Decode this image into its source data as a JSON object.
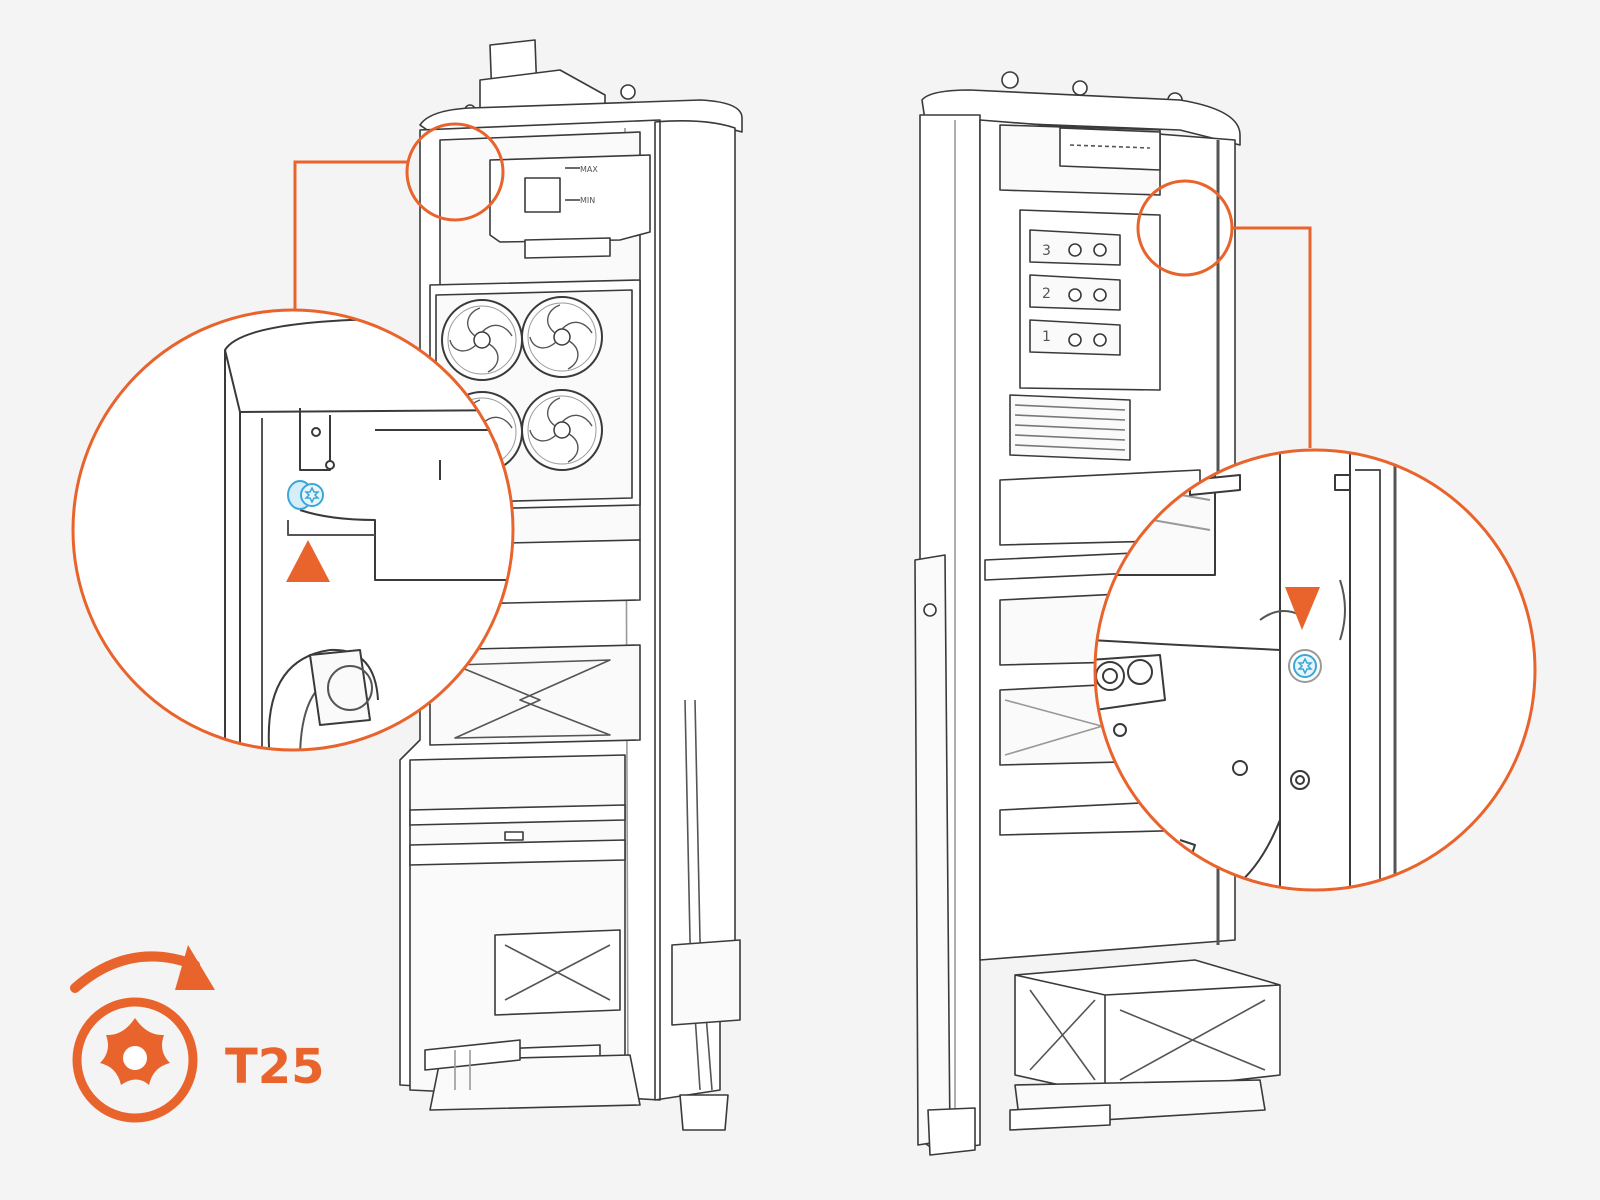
{
  "colors": {
    "background": "#f4f4f4",
    "accent": "#e8642c",
    "line": "#3a3a3a",
    "light_line": "#9a9a9a",
    "screw_highlight": "#3aa7d8",
    "fill": "#ffffff"
  },
  "tool": {
    "icon": "torx-icon",
    "rotation": "clockwise-arrow-icon",
    "label": "T25"
  },
  "left_unit": {
    "tank_labels": {
      "max": "MAX",
      "min": "MIN"
    }
  },
  "right_unit": {
    "terminal_numbers": [
      "3",
      "2",
      "1"
    ]
  },
  "callouts": [
    {
      "id": "left",
      "arrow_direction": "up",
      "icon": "screw-icon"
    },
    {
      "id": "right",
      "arrow_direction": "down",
      "icon": "screw-icon"
    }
  ]
}
